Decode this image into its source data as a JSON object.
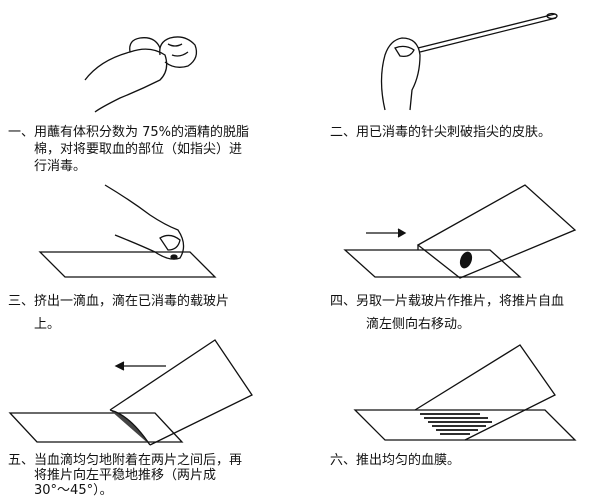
{
  "steps": [
    {
      "num": "一、",
      "lines": [
        "用蘸有体积分数为 75%的酒精的脱脂",
        "棉，对将要取血的部位（如指尖）进",
        "行消毒。"
      ]
    },
    {
      "num": "二、",
      "lines": [
        "用已消毒的针尖刺破指尖的皮肤。"
      ]
    },
    {
      "num": "三、",
      "lines": [
        "挤出一滴血，滴在已消毒的载玻片",
        "上。"
      ]
    },
    {
      "num": "四、",
      "lines": [
        "另取一片载玻片作推片，将推片自血",
        "滴左侧向右移动。"
      ]
    },
    {
      "num": "五、",
      "lines": [
        "当血滴均匀地附着在两片之间后，再",
        "将推片向左平稳地推移（两片成",
        "30°～45°）。"
      ]
    },
    {
      "num": "六、",
      "lines": [
        "推出均匀的血膜。"
      ]
    }
  ]
}
